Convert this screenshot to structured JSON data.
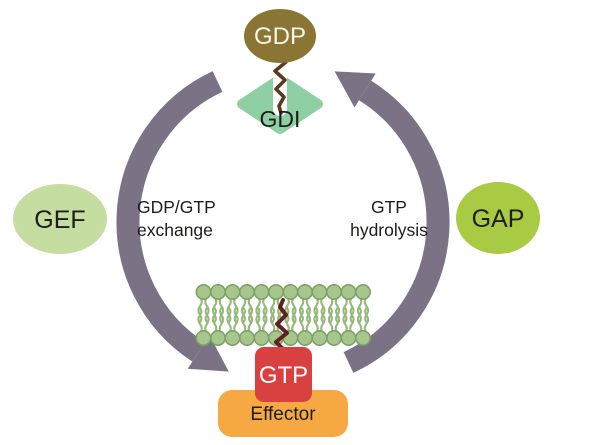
{
  "figure": {
    "background": "#ffffff",
    "arrow_color": "#7b7286",
    "nodes": {
      "gdp": {
        "label": "GDP",
        "fill": "#8b7534",
        "text_color": "#faf5e9"
      },
      "gdi": {
        "label": "GDI",
        "fill": "#8ed0a4",
        "text_color": "#1d1d1b"
      },
      "gef": {
        "label": "GEF",
        "fill": "#c6dda1",
        "text_color": "#1d1d1b"
      },
      "gap": {
        "label": "GAP",
        "fill": "#a9ca43",
        "text_color": "#1d1d1b"
      },
      "gtp": {
        "label": "GTP",
        "fill": "#d8413f",
        "text_color": "#ffffff"
      },
      "effector": {
        "label": "Effector",
        "fill": "#f6a843",
        "text_color": "#1d1d1b"
      }
    },
    "labels": {
      "exchange_line1": "GDP/GTP",
      "exchange_line2": "exchange",
      "hydrolysis_line1": "GTP",
      "hydrolysis_line2": "hydrolysis",
      "text_color": "#1d1d1b"
    },
    "membrane": {
      "head_fill": "#a6c68d",
      "head_stroke": "#7da364",
      "tail_color": "#97b77b"
    },
    "tethers": {
      "gdp_gdi_color": "#5b3b20",
      "gtp_membrane_color": "#5f2121"
    },
    "notch_color": "#ffffff"
  }
}
